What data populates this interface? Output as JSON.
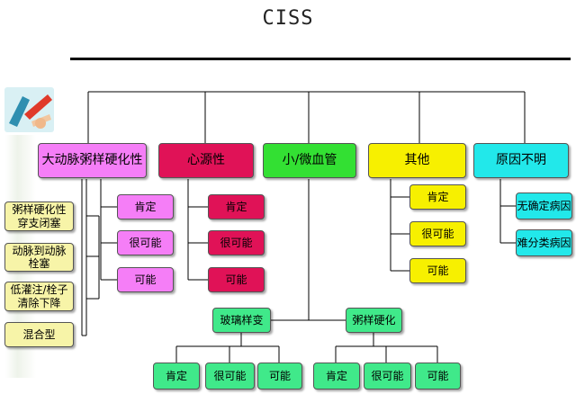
{
  "title": "CISS",
  "colors": {
    "magenta": "#f57ef7",
    "crimson": "#e01257",
    "green": "#33e033",
    "yellow": "#f7f000",
    "cyan": "#22e8ea",
    "mint": "#40e98a"
  },
  "categories": {
    "aortic": "大动脉粥样硬化性",
    "cardio": "心源性",
    "small": "小/微血管",
    "other": "其他",
    "unknown": "原因不明"
  },
  "mechanisms": {
    "m1": "粥样硬化性穿支闭塞",
    "m2": "动脉到动脉栓塞",
    "m3": "低灌注/栓子清除下降",
    "m4": "混合型"
  },
  "unknown_sub": {
    "u1": "无确定病因",
    "u2": "难分类病因"
  },
  "small_sub": {
    "s1": "玻璃样变",
    "s2": "粥样硬化"
  },
  "levels": {
    "definite": "肯定",
    "probable": "很可能",
    "possible": "可能"
  },
  "decor": {
    "icon": "pen-hand-icon",
    "strip_icon": "scroll-decoration-icon"
  }
}
